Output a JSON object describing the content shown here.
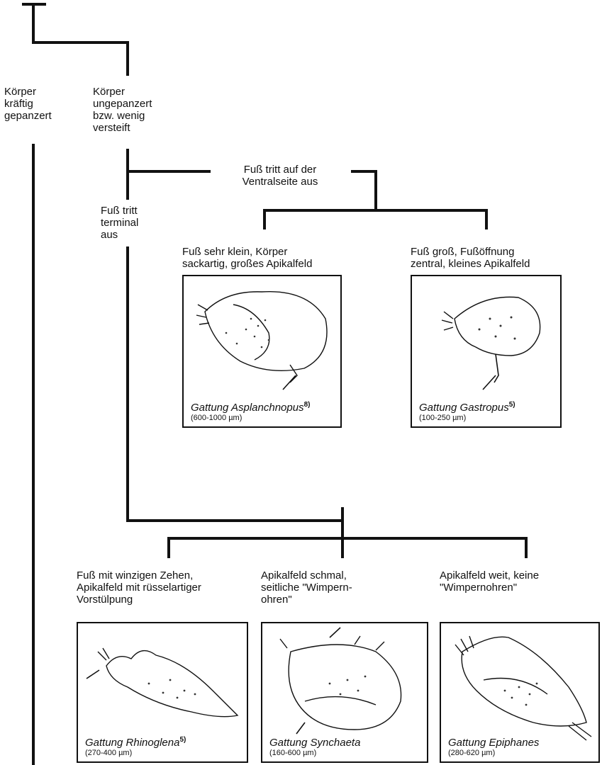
{
  "top": {
    "armored": "Körper\nkräftig\ngepanzert",
    "unarmored": "Körper\nungepanzert\nbzw. wenig\nversteift"
  },
  "branch": {
    "ventral": "Fuß tritt auf der\nVentralseite aus",
    "terminal": "Fuß tritt\nterminal\naus"
  },
  "ventral_group": {
    "asplanchnopus_desc": "Fuß sehr klein, Körper\nsackartig, großes Apikalfeld",
    "gastropus_desc": "Fuß groß, Fußöffnung\nzentral, kleines Apikalfeld"
  },
  "terminal_group": {
    "rhinoglena_desc": "Fuß mit winzigen Zehen,\nApikalfeld mit rüsselartiger\nVorstülpung",
    "synchaeta_desc": "Apikalfeld schmal,\nseitliche \"Wimpern-\nohren\"",
    "epiphanes_desc": "Apikalfeld weit, keine\n\"Wimpernohren\""
  },
  "cards": {
    "asplanchnopus": {
      "genus": "Gattung Asplanchnopus",
      "ref": "8)",
      "size": "(600-1000 µm)"
    },
    "gastropus": {
      "genus": "Gattung Gastropus",
      "ref": "5)",
      "size": "(100-250 µm)"
    },
    "rhinoglena": {
      "genus": "Gattung Rhinoglena",
      "ref": "5)",
      "size": "(270-400 µm)"
    },
    "synchaeta": {
      "genus": "Gattung Synchaeta",
      "ref": "",
      "size": "(160-600 µm)"
    },
    "epiphanes": {
      "genus": "Gattung Epiphanes",
      "ref": "",
      "size": "(280-620 µm)"
    }
  },
  "colors": {
    "line": "#111111",
    "background": "#ffffff"
  }
}
